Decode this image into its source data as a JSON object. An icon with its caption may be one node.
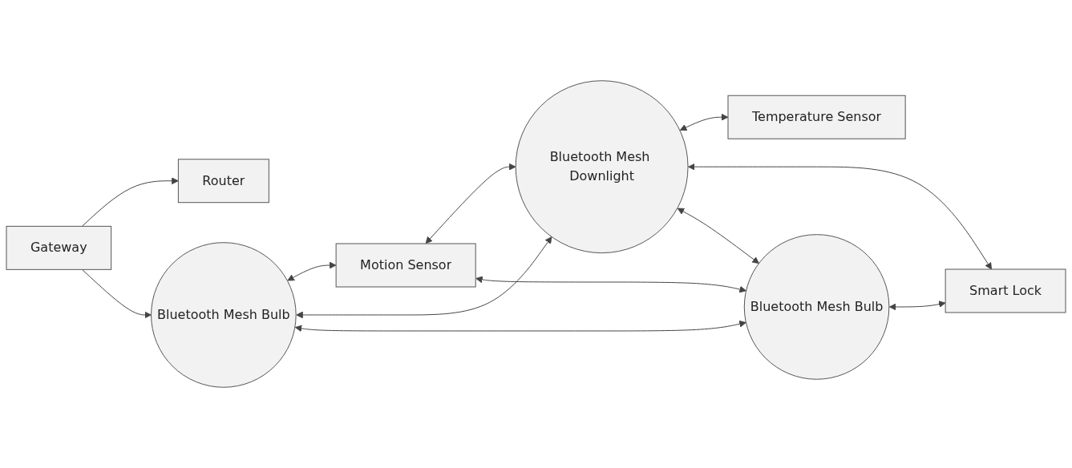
{
  "diagram": {
    "nodes": [
      {
        "text": [
          "Router"
        ]
      },
      {
        "text": [
          "Gateway"
        ]
      },
      {
        "text": [
          "Bluetooth Mesh Bulb"
        ]
      },
      {
        "text": [
          "Motion Sensor"
        ]
      },
      {
        "text": [
          "Bluetooth Mesh Downlight"
        ]
      },
      {
        "text": [
          "Bluetooth Mesh Bulb"
        ]
      },
      {
        "text": [
          "Smart Lock"
        ]
      },
      {
        "text": [
          "Temperature Sensor"
        ]
      }
    ],
    "edges": [
      {
        "from": 1,
        "to": 0,
        "arrow": "to"
      },
      {
        "from": 1,
        "to": 2,
        "arrow": "to"
      },
      {
        "from": 2,
        "to": 3,
        "arrow": "both"
      },
      {
        "from": 2,
        "to": 4,
        "arrow": "both"
      },
      {
        "from": 2,
        "to": 5,
        "arrow": "both"
      },
      {
        "from": 3,
        "to": 4,
        "arrow": "both"
      },
      {
        "from": 3,
        "to": 5,
        "arrow": "both"
      },
      {
        "from": 4,
        "to": 7,
        "arrow": "both"
      },
      {
        "from": 4,
        "to": 6,
        "arrow": "both"
      },
      {
        "from": 4,
        "to": 5,
        "arrow": "both"
      },
      {
        "from": 5,
        "to": 6,
        "arrow": "both"
      }
    ]
  }
}
